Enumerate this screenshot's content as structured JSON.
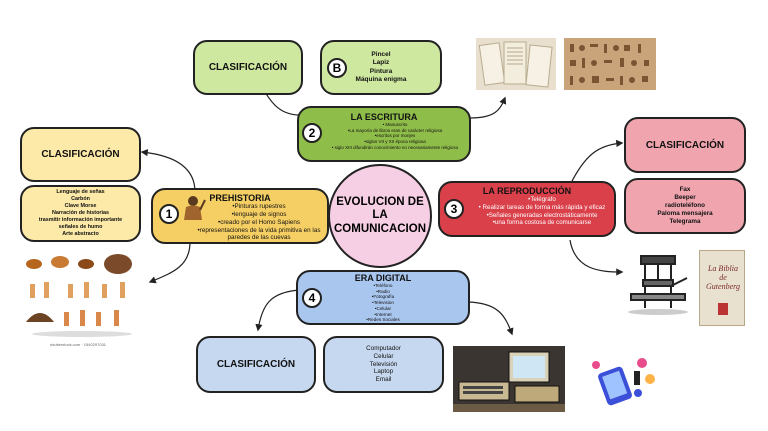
{
  "center": {
    "title": "EVOLUCION DE LA COMUNICACION"
  },
  "escritura": {
    "number": "2",
    "title": "LA ESCRITURA",
    "items": [
      "• Manuscrito",
      "•La mayoría de libros eran de carácter religiosa",
      "•escritos por monjes",
      "•siglos VII y XII época religiosa",
      "• siglo XIII difundirán conocimiento no necesariamente religioso"
    ],
    "class_label": "CLASIFICACIÓN",
    "b_badge": "B",
    "class_items": [
      "Pincel",
      "Lapiz",
      "Pintura",
      "Máquina enigma"
    ]
  },
  "prehistoria": {
    "number": "1",
    "title": "PREHISTORIA",
    "items": [
      "•Pinturas rupestres",
      "•lenguaje de signos",
      "•creado por el Homo Sapiens",
      "•representaciones de la vida primitiva en las paredes de las cuevas"
    ],
    "class_label": "CLASIFICACIÓN",
    "class_items": [
      "Lenguaje de señas",
      "Carbón",
      "Clave Morse",
      "Narración de historias",
      "trasmitir información importante",
      "señales de humo",
      "Arte abstracto"
    ],
    "credit": "shutterstock.com · 1540297031"
  },
  "reproduccion": {
    "number": "3",
    "title": "LA REPRODUCCIÓN",
    "items": [
      "•Telégrafo",
      "• Realizar tareas de forma más rápida y eficaz",
      "•Señales generadas electrostáticamente",
      "•una forma costosa de comunicarse"
    ],
    "class_label": "CLASIFICACIÓN",
    "class_items": [
      "Fax",
      "Beeper",
      "radioteléfono",
      "Paloma mensajera",
      "Telegrama"
    ],
    "bible_title": "La Biblia de Gutenberg"
  },
  "digital": {
    "number": "4",
    "title": "ERA DIGITAL",
    "items": [
      "•Teléfono",
      "•Radio",
      "•Fotografía",
      "•Television",
      "•Celular",
      "•Internet",
      "•Redes Sociales"
    ],
    "class_label": "CLASIFICACIÓN",
    "class_items": [
      "Computador",
      "Celular",
      "Televisión",
      "Laptop",
      "Email"
    ]
  }
}
